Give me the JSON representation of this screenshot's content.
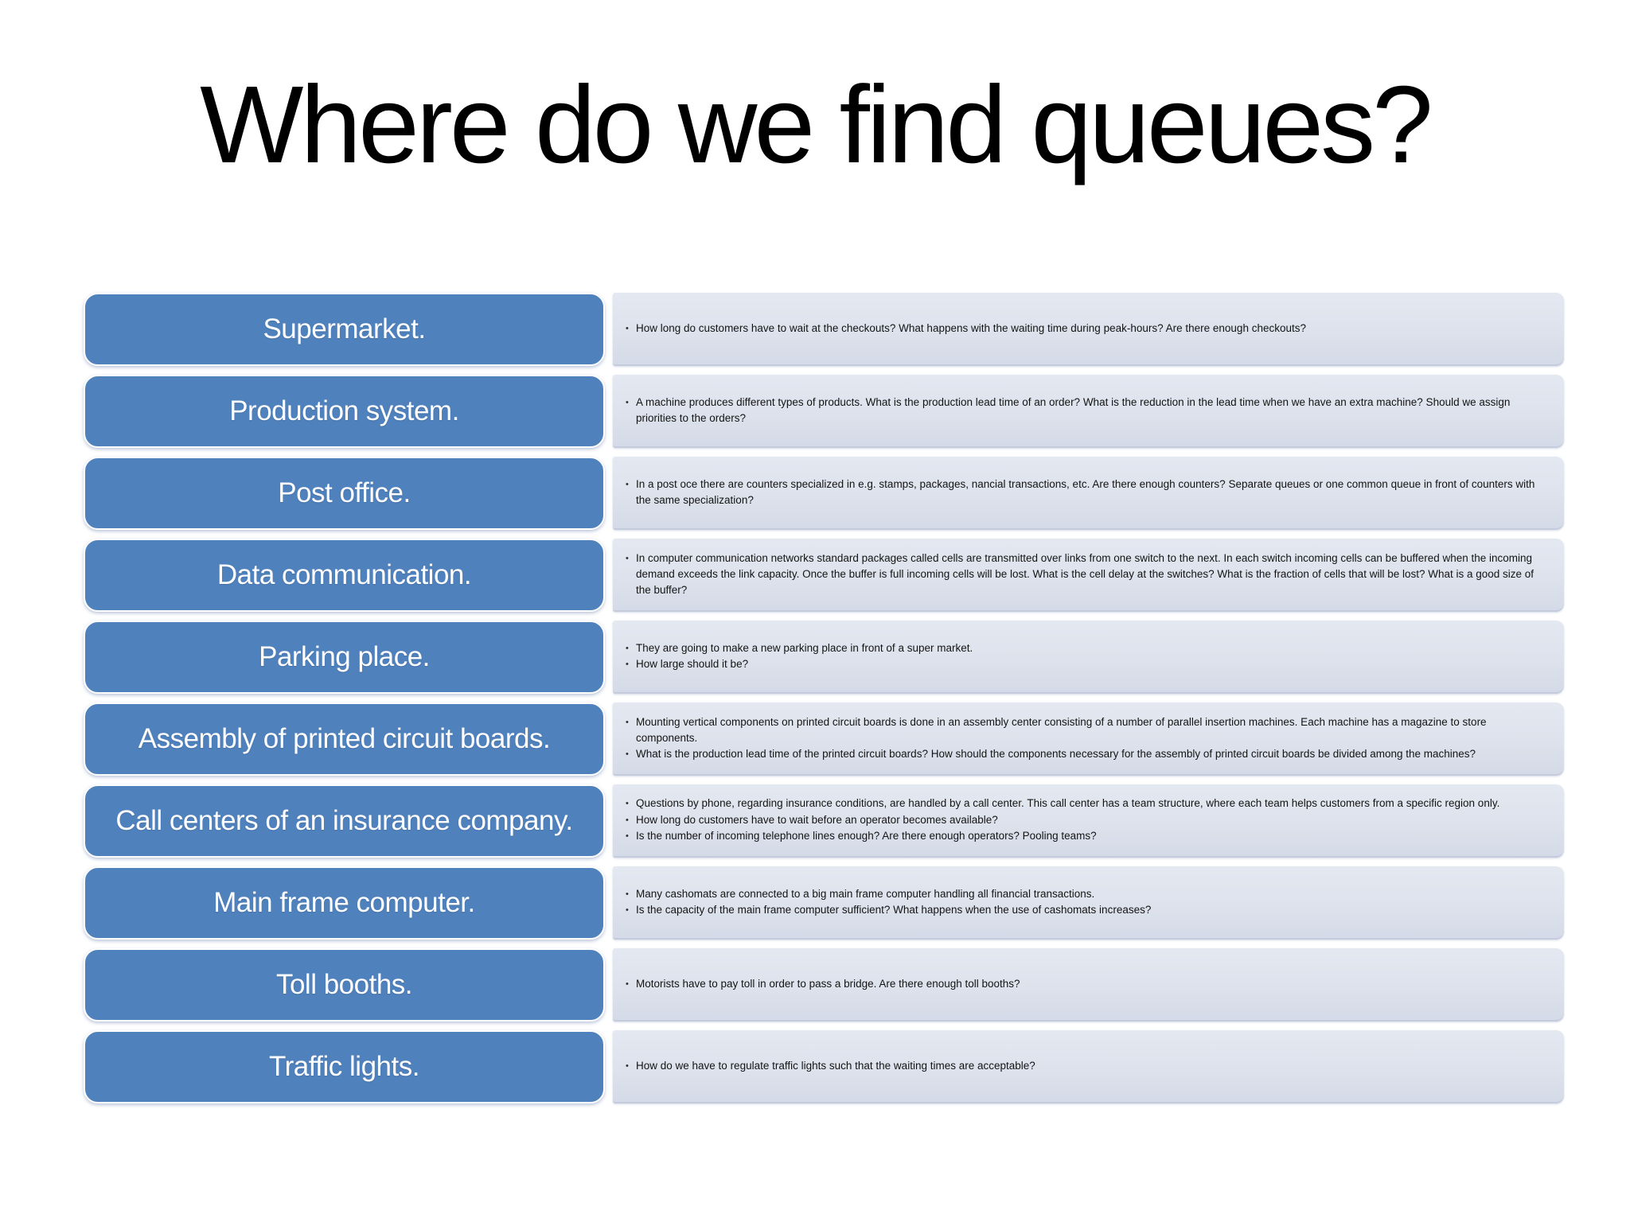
{
  "slide": {
    "title": "Where do we find queues?",
    "accent_color": "#4f81bd",
    "panel_color": "#dde2ec"
  },
  "rows": [
    {
      "label": "Supermarket.",
      "bullets": [
        "How long do customers have to wait at the checkouts? What happens with the waiting time during peak-hours? Are there enough checkouts?"
      ]
    },
    {
      "label": "Production system.",
      "bullets": [
        "A machine produces different types of products. What is the production lead time of an order? What is the reduction in the lead time when we have an extra machine? Should we assign priorities to the orders?"
      ]
    },
    {
      "label": "Post office.",
      "bullets": [
        "In a post oce there are counters specialized in e.g. stamps, packages, nancial transactions, etc. Are there enough counters? Separate queues or one common queue in front of counters with the same specialization?"
      ]
    },
    {
      "label": "Data communication.",
      "bullets": [
        "In computer communication networks standard packages called cells are transmitted over links from one switch to the next. In each switch incoming cells can be buffered when the incoming demand exceeds the link capacity. Once the buffer is full incoming cells will be lost. What is the cell delay at the switches? What is the fraction of cells that will be lost? What is a good size of the buffer?"
      ]
    },
    {
      "label": "Parking place.",
      "bullets": [
        "They are going to make a new parking place in front of a super market.",
        "How large should it be?"
      ]
    },
    {
      "label": "Assembly of printed circuit boards.",
      "bullets": [
        "Mounting vertical components on printed circuit boards is done in an assembly center consisting of a number of parallel insertion machines. Each machine has a magazine to store components.",
        "What is the production lead time of the printed circuit boards? How should the components necessary for the assembly of printed circuit boards be divided among the machines?"
      ]
    },
    {
      "label": "Call centers of an insurance company.",
      "bullets": [
        "Questions by phone, regarding insurance conditions, are handled by a call center. This call center has a team structure, where each team helps customers from a specific region only.",
        "How long do customers have to wait before an operator becomes available?",
        "Is the number of incoming telephone lines enough? Are there enough operators? Pooling teams?"
      ]
    },
    {
      "label": "Main frame computer.",
      "bullets": [
        "Many cashomats are connected to a big main frame computer handling all financial transactions.",
        "Is the capacity of the main frame computer sufficient? What happens when the use of cashomats increases?"
      ]
    },
    {
      "label": "Toll booths.",
      "bullets": [
        "Motorists have to pay toll in order to pass a bridge. Are there enough toll booths?"
      ]
    },
    {
      "label": "Traffic lights.",
      "bullets": [
        "How do we have to regulate traffic lights such that the waiting times are acceptable?"
      ]
    }
  ]
}
